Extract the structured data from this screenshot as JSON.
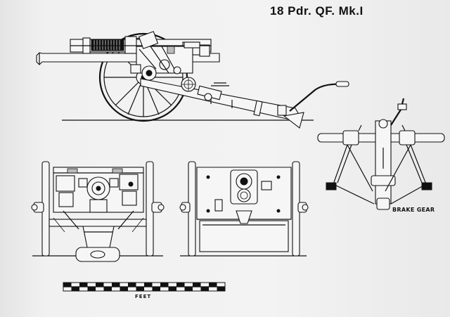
{
  "title": "18 Pdr. QF. Mk.I",
  "labels": {
    "brake_gear": "BRAKE GEAR",
    "scale_unit": "FEET"
  },
  "icons": {
    "side_view": "field-gun-side-elevation",
    "front_view": "field-gun-front-elevation",
    "rear_view": "field-gun-rear-elevation",
    "brake_view": "brake-gear-plan",
    "scale": "scale-bar"
  },
  "colors": {
    "ink": "#111111",
    "paper": "#f2f2f2",
    "frame": "#2a2a2a"
  }
}
